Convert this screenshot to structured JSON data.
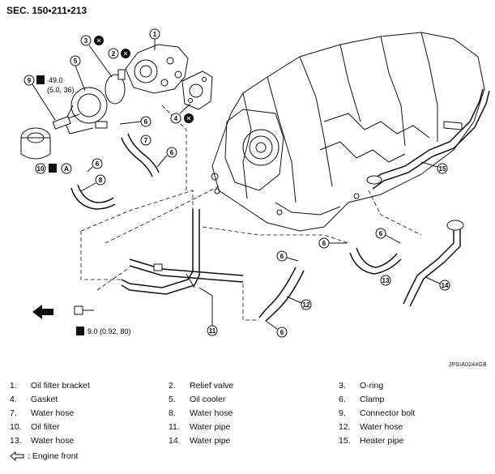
{
  "header": {
    "section": "SEC. 150•211•213"
  },
  "figure_code": "JPSIA0244GB",
  "callouts": {
    "c1": "1",
    "c2": "2",
    "c3": "3",
    "c4": "4",
    "c5": "5",
    "c6": "6",
    "c7": "7",
    "c8": "8",
    "c9": "9",
    "c10": "10",
    "c11": "11",
    "c12": "12",
    "c13": "13",
    "c14": "14",
    "c15": "15",
    "x_mark": "✕",
    "a_mark": "A"
  },
  "torques": {
    "t9_value": "49.0",
    "t9_alt": "(5.0, 36)",
    "t_bolt": "9.0 (0.92, 80)"
  },
  "legend": {
    "items": [
      {
        "num": "1.",
        "label": "Oil filter bracket"
      },
      {
        "num": "2.",
        "label": "Relief valve"
      },
      {
        "num": "3.",
        "label": "O-ring"
      },
      {
        "num": "4.",
        "label": "Gasket"
      },
      {
        "num": "5.",
        "label": "Oil cooler"
      },
      {
        "num": "6.",
        "label": "Clamp"
      },
      {
        "num": "7.",
        "label": "Water hose"
      },
      {
        "num": "8.",
        "label": "Water hose"
      },
      {
        "num": "9.",
        "label": "Connector bolt"
      },
      {
        "num": "10.",
        "label": "Oil filter"
      },
      {
        "num": "11.",
        "label": "Water pipe"
      },
      {
        "num": "12.",
        "label": "Water hose"
      },
      {
        "num": "13.",
        "label": "Water hose"
      },
      {
        "num": "14.",
        "label": "Water pipe"
      },
      {
        "num": "15.",
        "label": "Heater pipe"
      }
    ],
    "front_label": ": Engine front"
  }
}
